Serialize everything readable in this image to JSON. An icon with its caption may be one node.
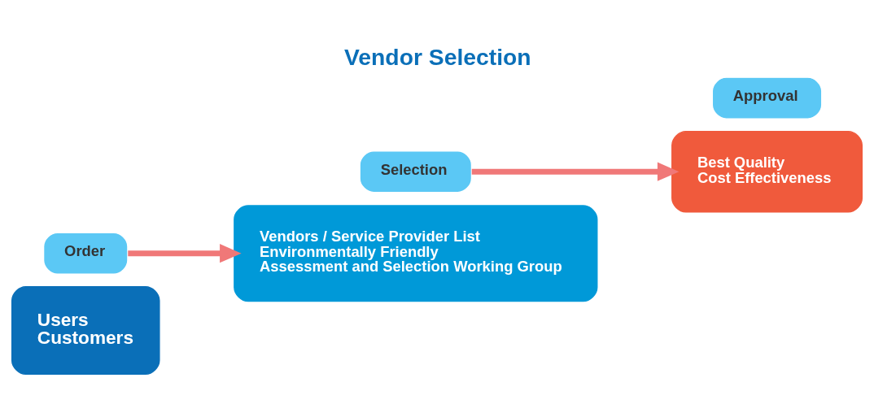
{
  "diagram": {
    "title": "Vendor Selection",
    "nodes": [
      {
        "text": [
          "Users",
          "Customers"
        ]
      },
      {
        "text": [
          "Order"
        ]
      },
      {
        "text": [
          "Vendors / Service Provider List",
          "Environmentally Friendly",
          "Assessment and Selection Working Group"
        ]
      },
      {
        "text": [
          "Selection"
        ]
      },
      {
        "text": [
          "Best Quality",
          "Cost Effectiveness"
        ]
      },
      {
        "text": [
          "Approval"
        ]
      }
    ],
    "edges": [
      {
        "from": 1,
        "to": 2,
        "arrow": "to"
      },
      {
        "from": 3,
        "to": 4,
        "arrow": "to"
      }
    ]
  }
}
